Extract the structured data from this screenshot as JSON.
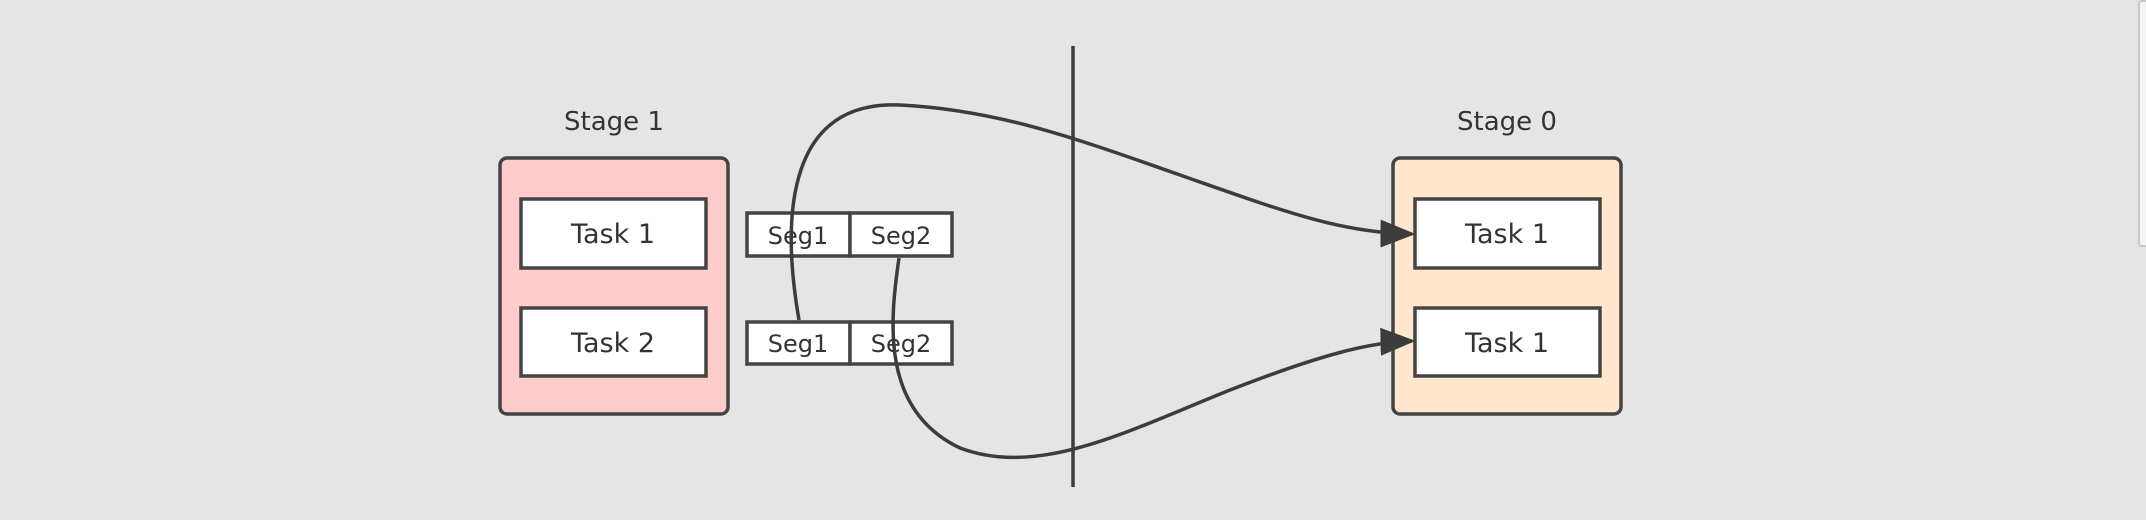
{
  "colors": {
    "background": "#e5e5e5",
    "stage_left_fill": "#ffcccc",
    "stage_right_fill": "#ffe6cc",
    "box_fill": "#ffffff",
    "stroke": "#444444"
  },
  "stage_left": {
    "title": "Stage 1",
    "tasks": [
      "Task 1",
      "Task 2"
    ]
  },
  "stage_right": {
    "title": "Stage 0",
    "tasks": [
      "Task 1",
      "Task 1"
    ]
  },
  "segments": {
    "row1": [
      "Seg1",
      "Seg2"
    ],
    "row2": [
      "Seg1",
      "Seg2"
    ]
  }
}
